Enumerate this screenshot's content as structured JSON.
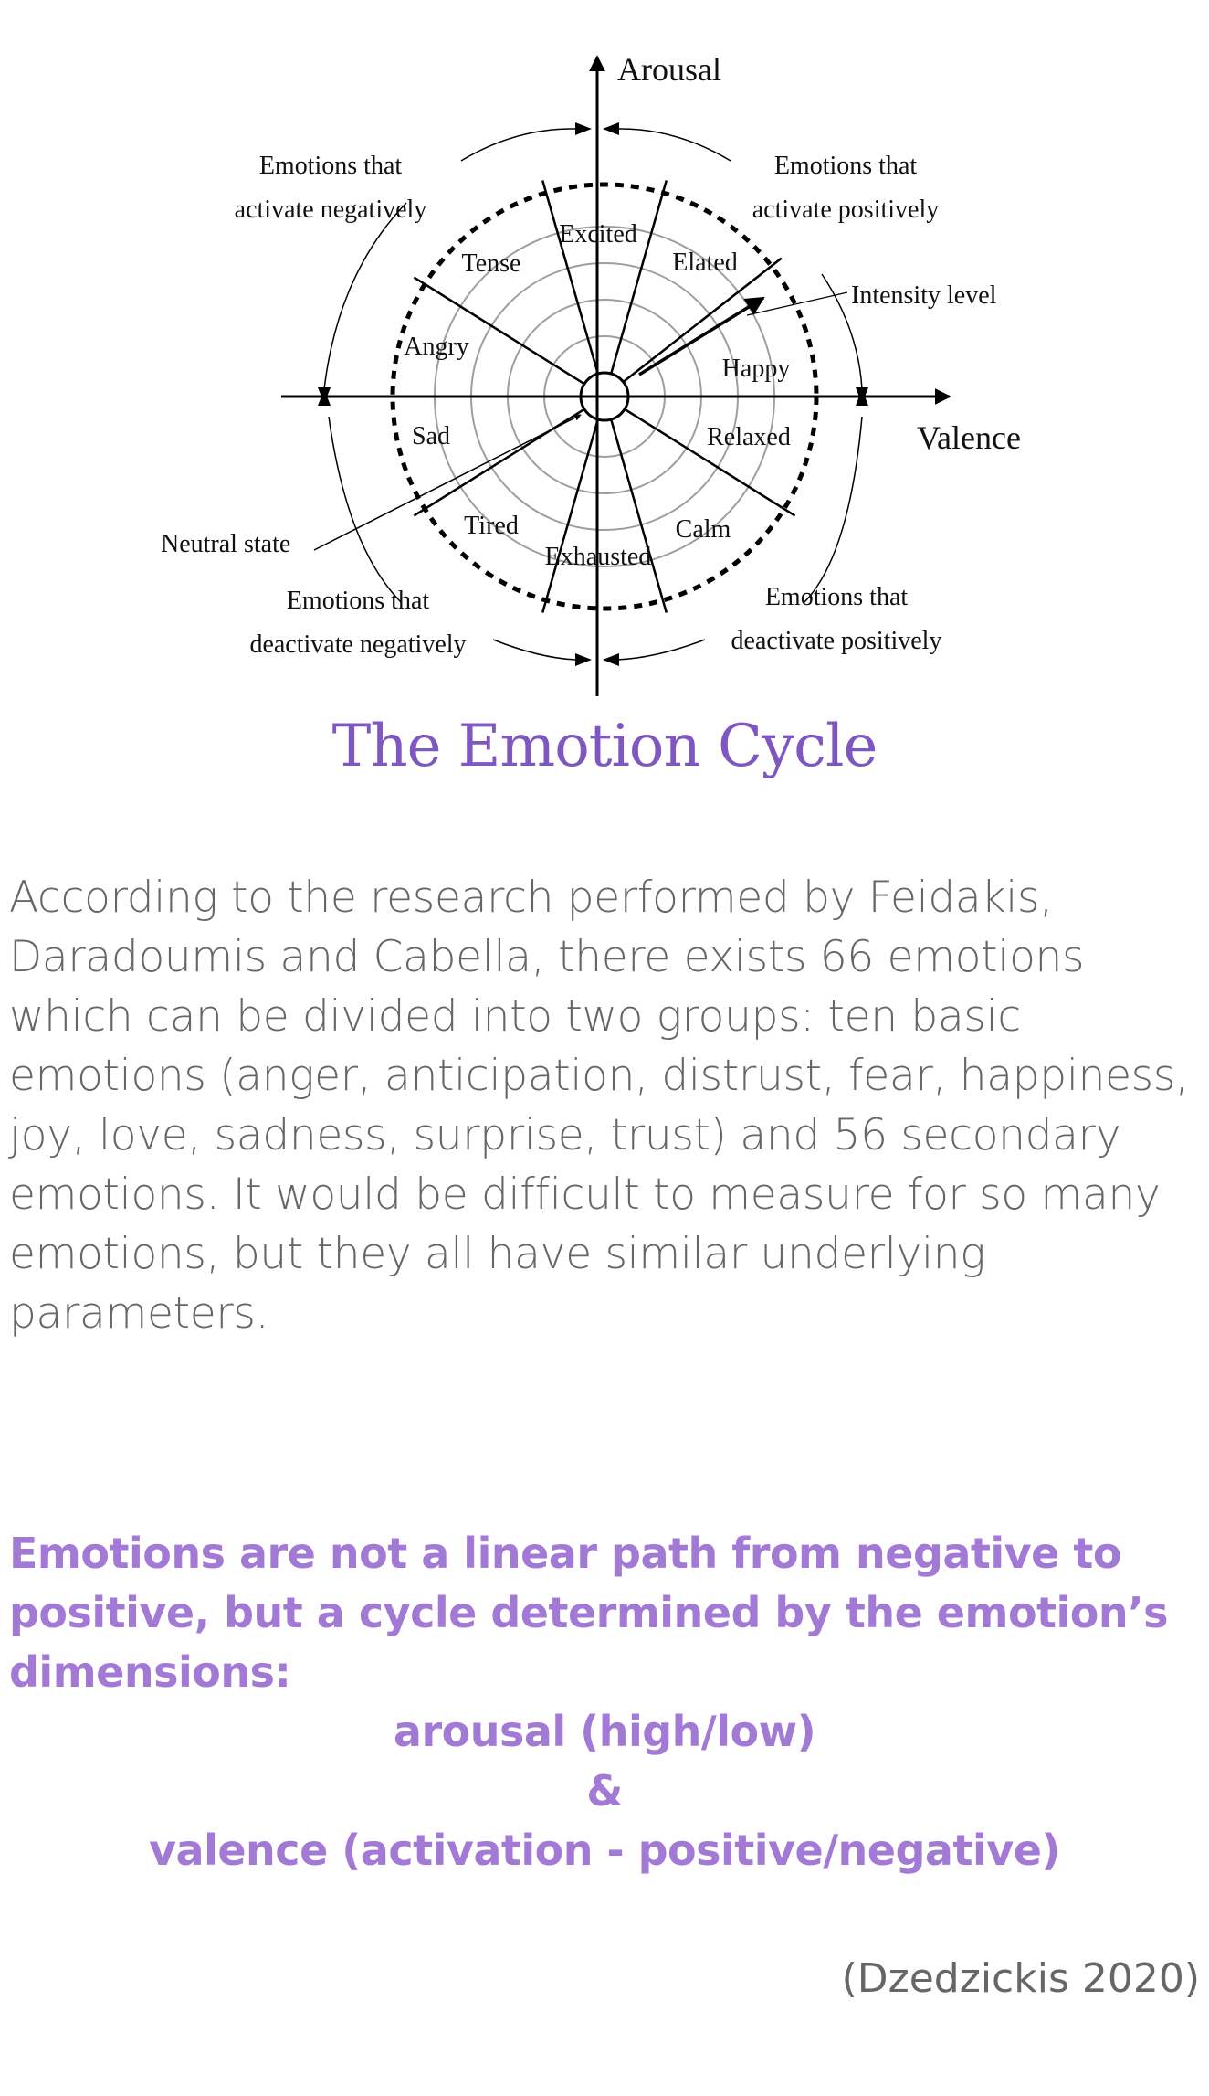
{
  "diagram": {
    "axis_y_label": "Arousal",
    "axis_x_label": "Valence",
    "quadrants": {
      "top_left": [
        "Emotions that",
        "activate negatively"
      ],
      "top_right": [
        "Emotions that",
        "activate positively"
      ],
      "bottom_left": [
        "Emotions that",
        "deactivate negatively"
      ],
      "bottom_right": [
        "Emotions that",
        "deactivate positively"
      ]
    },
    "callouts": {
      "intensity": "Intensity level",
      "neutral": "Neutral state"
    },
    "emotions": [
      {
        "label": "Excited",
        "angle": 90
      },
      {
        "label": "Elated",
        "angle": 58
      },
      {
        "label": "Happy",
        "angle": 20
      },
      {
        "label": "Relaxed",
        "angle": -12
      },
      {
        "label": "Calm",
        "angle": -50
      },
      {
        "label": "Exhausted",
        "angle": -90
      },
      {
        "label": "Tired",
        "angle": -128
      },
      {
        "label": "Sad",
        "angle": 190
      },
      {
        "label": "Angry",
        "angle": 156
      },
      {
        "label": "Tense",
        "angle": 122
      }
    ]
  },
  "page": {
    "title": "The Emotion Cycle",
    "paragraph": "According to the research performed by Feidakis, Daradoumis and Cabella, there exists 66 emotions which can be divided into two groups: ten basic emotions (anger, anticipation, distrust, fear, happiness, joy, love, sadness, surprise, trust) and 56 secondary emotions. It would be difficult to measure for so many emotions, but they all have similar underlying parameters.",
    "highlight": "Emotions are not a linear path from negative to positive, but a cycle determined by the emotion’s dimensions:",
    "dim1": "arousal (high/low)",
    "amp": "&",
    "dim2": "valence (activation - positive/negative)",
    "citation": "(Dzedzickis 2020)"
  }
}
